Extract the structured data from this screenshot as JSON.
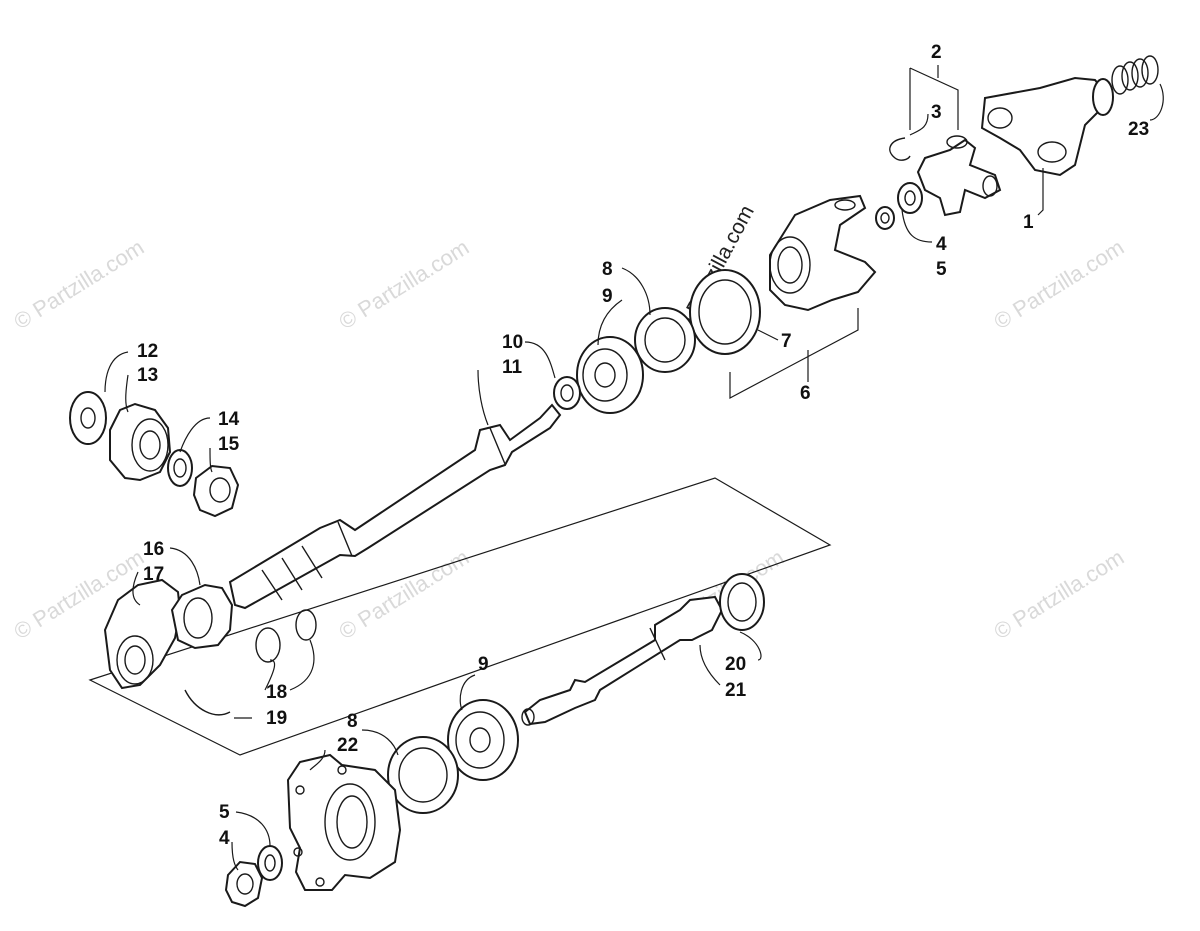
{
  "watermark": {
    "text": "© Partzilla.com",
    "color": "#d9d9d9"
  },
  "callouts": {
    "c1": "1",
    "c2": "2",
    "c3": "3",
    "c4a": "4",
    "c5a": "5",
    "c6": "6",
    "c7": "7",
    "c8a": "8",
    "c9a": "9",
    "c10": "10",
    "c11": "11",
    "c12": "12",
    "c13": "13",
    "c14": "14",
    "c15": "15",
    "c16": "16",
    "c17": "17",
    "c18": "18",
    "c19": "19",
    "c20": "20",
    "c21": "21",
    "c8b": "8",
    "c22": "22",
    "c9b": "9",
    "c5b": "5",
    "c4b": "4",
    "c23": "23"
  }
}
